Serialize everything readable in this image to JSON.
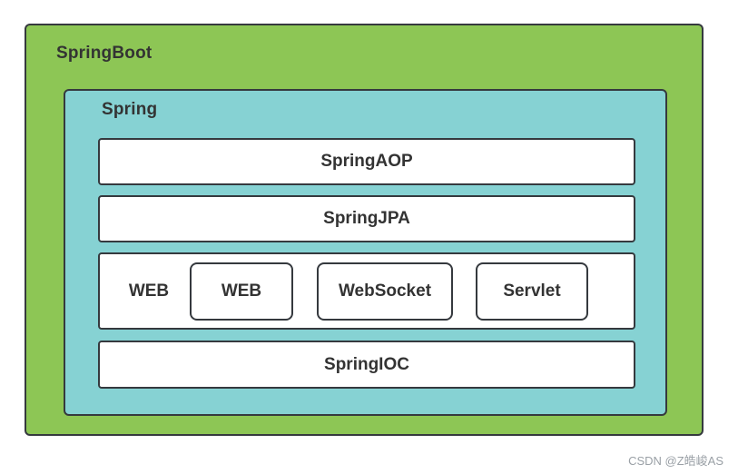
{
  "diagram": {
    "springboot_label": "SpringBoot",
    "spring_label": "Spring",
    "layer_aop": "SpringAOP",
    "layer_jpa": "SpringJPA",
    "layer_ioc": "SpringIOC",
    "web_row": {
      "label": "WEB",
      "items": [
        "WEB",
        "WebSocket",
        "Servlet"
      ]
    },
    "colors": {
      "springboot_bg": "#8dc655",
      "spring_bg": "#86d2d3",
      "box_bg": "#ffffff",
      "border": "#35393e",
      "text": "#333333",
      "watermark_text": "#9aa0a6"
    }
  },
  "watermark": "CSDN @Z皓峻AS"
}
